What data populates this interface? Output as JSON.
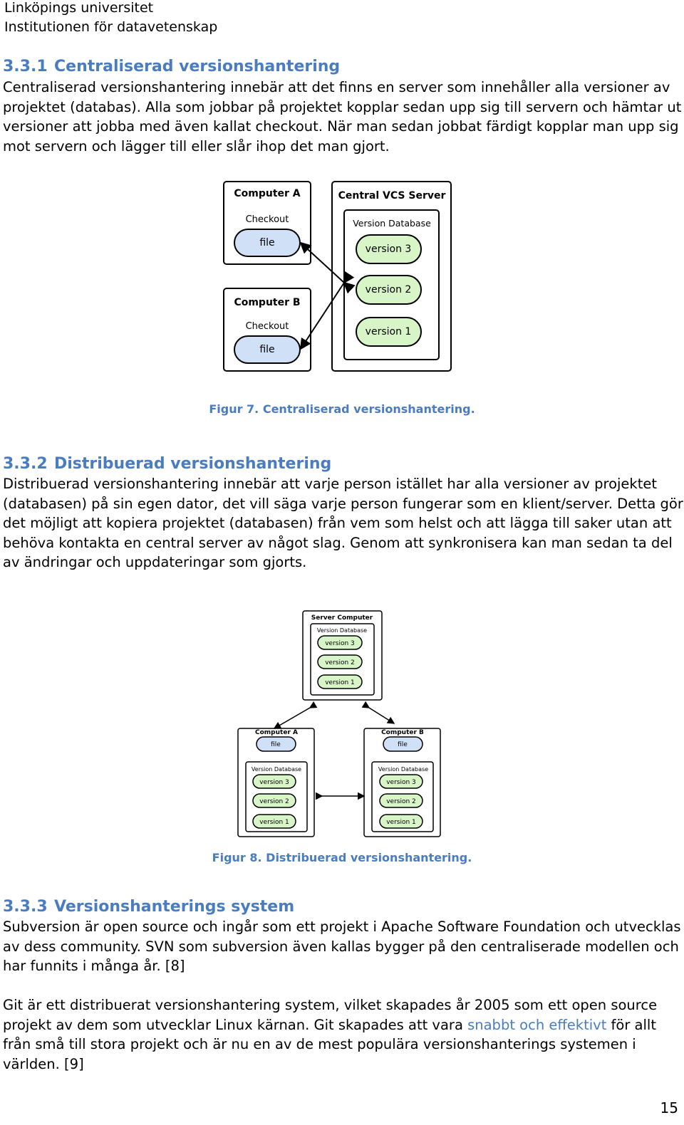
{
  "header": {
    "university": "Linköpings universitet",
    "department": "Institutionen för datavetenskap"
  },
  "s1": {
    "number": "3.3.1",
    "title": "Centraliserad versionshantering",
    "body": "Centraliserad versionshantering innebär att det finns en server som innehåller alla versioner av projektet (databas). Alla som jobbar på projektet kopplar sedan upp sig till servern och hämtar ut versioner att jobba med även kallat checkout. När man sedan jobbat färdigt kopplar man upp sig mot servern och lägger till eller slår ihop det man gjort."
  },
  "fig7": {
    "computer_a": "Computer A",
    "computer_b": "Computer B",
    "checkout": "Checkout",
    "file": "file",
    "server": "Central VCS Server",
    "version_db": "Version Database",
    "v3": "version 3",
    "v2": "version 2",
    "v1": "version 1",
    "caption": "Figur 7. Centraliserad versionshantering."
  },
  "s2": {
    "number": "3.3.2",
    "title": "Distribuerad versionshantering",
    "body": "Distribuerad versionshantering innebär att varje person istället har alla versioner av projektet (databasen) på sin egen dator, det vill säga varje person fungerar som en klient/server. Detta gör det möjligt att kopiera projektet (databasen) från vem som helst och att lägga till saker utan att behöva kontakta en central server av något slag. Genom att synkronisera kan man sedan ta del av ändringar och uppdateringar som gjorts."
  },
  "fig8": {
    "server": "Server Computer",
    "computer_a": "Computer A",
    "computer_b": "Computer B",
    "version_db": "Version Database",
    "file": "file",
    "v3": "version 3",
    "v2": "version 2",
    "v1": "version 1",
    "caption": "Figur 8. Distribuerad versionshantering."
  },
  "s3": {
    "number": "3.3.3",
    "title": "Versionshanterings system",
    "p1": "Subversion är open source och ingår som ett projekt i Apache Software Foundation och utvecklas av dess community. SVN som subversion även kallas bygger på den centraliserade modellen och har funnits i många år. [8]",
    "p2_before": "Git är ett distribuerat versionshantering system, vilket skapades år 2005 som ett open source projekt av dem som utvecklar Linux kärnan. Git skapades att vara ",
    "p2_link": "snabbt och effektivt",
    "p2_after": " för allt från små till stora projekt och är nu en av de mest populära versionshanterings systemen i världen. [9]"
  },
  "page_number": "15",
  "colors": {
    "heading": "#4a7cc0",
    "pill_fill": "#d8f5c8",
    "file_fill": "#cfe0f7"
  }
}
